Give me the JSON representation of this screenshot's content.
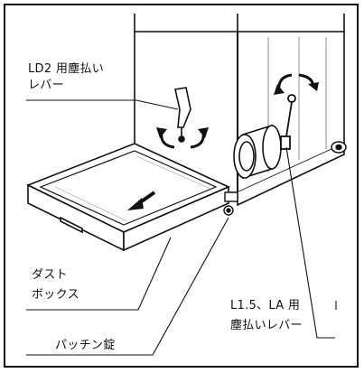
{
  "labels": {
    "ld2_line1": "LD2 用塵払い",
    "ld2_line2": "レバー",
    "dust_line1": "ダスト",
    "dust_line2": "ボックス",
    "l15_line1": "L1.5、LA 用",
    "l15_line2": "塵払いレバー",
    "latch": "パッチン錠"
  },
  "colors": {
    "ink": "#111111",
    "paper": "#ffffff",
    "shade": "#bdbdbd"
  }
}
